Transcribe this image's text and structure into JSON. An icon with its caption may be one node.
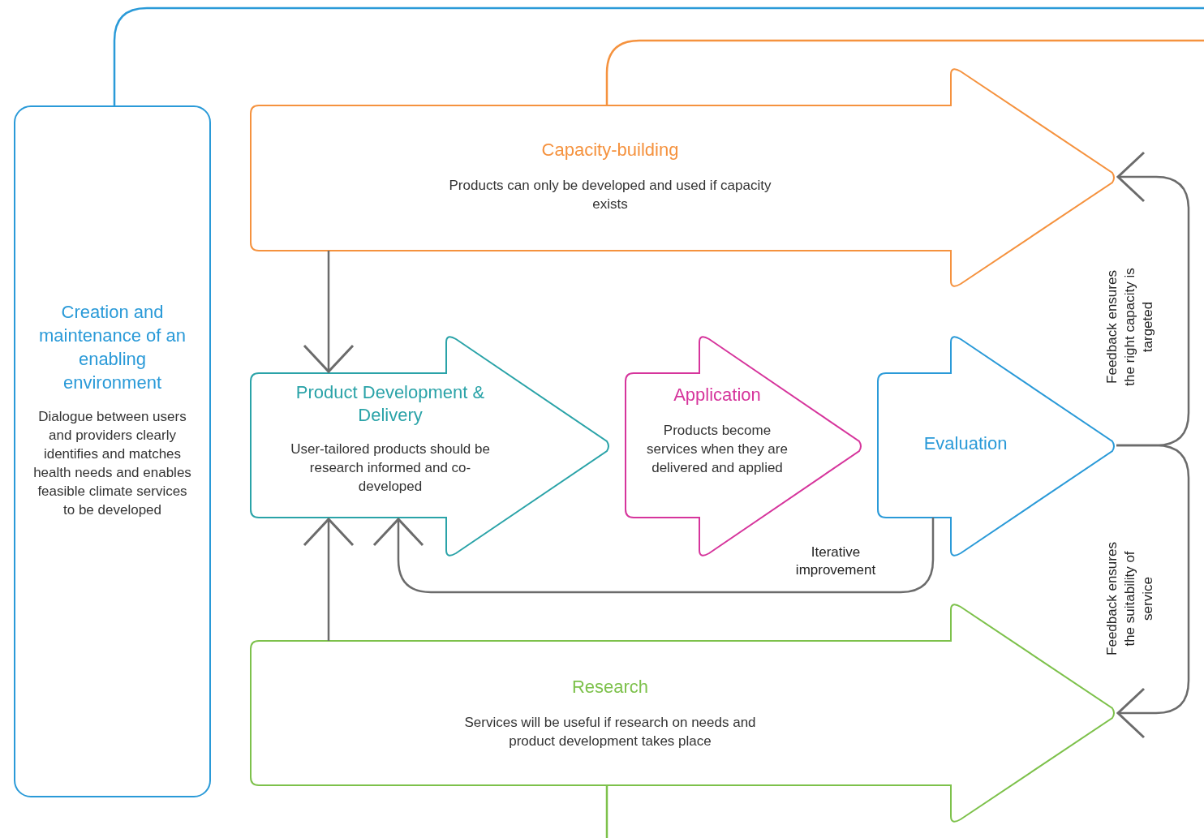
{
  "diagram": {
    "nodes": [
      {
        "text": [
          "Creation and maintenance of an enabling environment",
          "Dialogue between users and providers clearly identifies and matches health needs and enables feasible climate services to be developed"
        ]
      },
      {
        "text": [
          "Capacity-building",
          "Products can only be developed and used if capacity exists"
        ]
      },
      {
        "text": [
          "Product Development & Delivery",
          "User-tailored products should be research informed and co-developed"
        ]
      },
      {
        "text": [
          "Application",
          "Products become services when they are delivered and applied"
        ]
      },
      {
        "text": [
          "Evaluation"
        ]
      },
      {
        "text": [
          "Research",
          "Services will be useful if research on needs and product development takes place"
        ]
      }
    ],
    "edges": [
      {
        "from": 0,
        "to": null,
        "arrow": "none",
        "color": "#2a9ad8"
      },
      {
        "from": 1,
        "to": null,
        "arrow": "none",
        "color": "#f5923e"
      },
      {
        "from": 5,
        "to": null,
        "arrow": "none",
        "color": "#7dc14b"
      },
      {
        "from": 1,
        "to": 2,
        "arrow": "to"
      },
      {
        "from": 5,
        "to": 2,
        "arrow": "to"
      },
      {
        "from": 4,
        "to": 2,
        "arrow": "to",
        "label": "Iterative improvement"
      },
      {
        "from": 4,
        "to": 1,
        "arrow": "to",
        "label": "Feedback ensures the right capacity is targeted"
      },
      {
        "from": 4,
        "to": 5,
        "arrow": "to",
        "label": "Feedback ensures the suitability of service"
      }
    ]
  }
}
